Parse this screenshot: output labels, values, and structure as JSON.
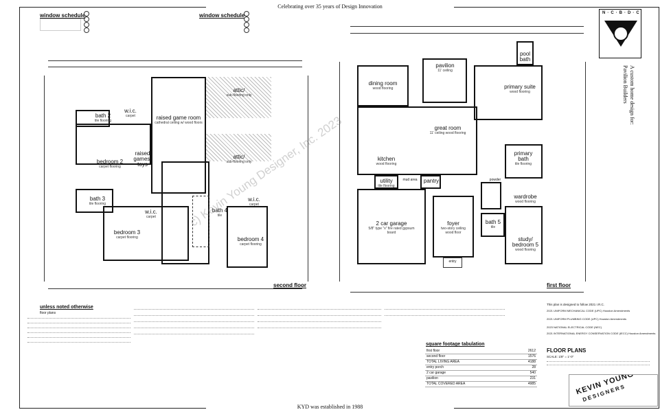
{
  "banners": {
    "top": "Celebrating over 35 years of Design Innovation",
    "bottom": "KYD was established in 1988"
  },
  "schedules": {
    "left_title": "window schedule",
    "right_title": "window schedule"
  },
  "second_floor": {
    "label": "second floor",
    "rooms": [
      {
        "name": "raised game room",
        "sub": "cathedral ceiling w/ wood floors"
      },
      {
        "name": "attic/",
        "sub": "sub-flooring only"
      },
      {
        "name": "attic/",
        "sub": "sub-flooring only"
      },
      {
        "name": "bath 2",
        "sub": "tile flooring"
      },
      {
        "name": "w.i.c.",
        "sub": "carpet"
      },
      {
        "name": "bedroom 2",
        "sub": "carpet flooring"
      },
      {
        "name": "raised games/ toys",
        "sub": ""
      },
      {
        "name": "bath 3",
        "sub": "tile flooring"
      },
      {
        "name": "bedroom 3",
        "sub": "carpet flooring"
      },
      {
        "name": "w.i.c.",
        "sub": "carpet"
      },
      {
        "name": "bath 4",
        "sub": "tile"
      },
      {
        "name": "w.i.c.",
        "sub": "carpet"
      },
      {
        "name": "bedroom 4",
        "sub": "carpet flooring"
      }
    ]
  },
  "first_floor": {
    "label": "first floor",
    "rooms": [
      {
        "name": "pavilion",
        "sub": "11' ceiling"
      },
      {
        "name": "pool bath",
        "sub": ""
      },
      {
        "name": "dining room",
        "sub": "wood flooring"
      },
      {
        "name": "primary suite",
        "sub": "wood flooring"
      },
      {
        "name": "great room",
        "sub": "11' ceiling wood flooring"
      },
      {
        "name": "kitchen",
        "sub": "wood flooring"
      },
      {
        "name": "primary bath",
        "sub": "tile flooring"
      },
      {
        "name": "utility",
        "sub": "tile flooring"
      },
      {
        "name": "mud area",
        "sub": ""
      },
      {
        "name": "pantry",
        "sub": ""
      },
      {
        "name": "powder",
        "sub": ""
      },
      {
        "name": "wardrobe",
        "sub": "wood flooring"
      },
      {
        "name": "2 car garage",
        "sub": "5/8\" type \"x\" fire rated gypsum board"
      },
      {
        "name": "foyer",
        "sub": "two-story ceiling wood floor"
      },
      {
        "name": "bath 5",
        "sub": "tile"
      },
      {
        "name": "study/ bedroom 5",
        "sub": "wood flooring"
      },
      {
        "name": "entry",
        "sub": ""
      }
    ]
  },
  "notes": {
    "title": "unless noted otherwise",
    "sub": "floor plans"
  },
  "code_notes": {
    "intro": "This plan is designed to follow 2021 I.R.C.",
    "lines": [
      "2021 UNIFORM MECHANICAL CODE (UPC) Houston Amendments",
      "2021 UNIFORM PLUMBING CODE (UPC) Houston Amendments",
      "2023 NATIONAL ELECTRICAL CODE (NEC)",
      "2021 INTERNATIONAL ENERGY CONSERVATION CODE (IECC) Houston Amendments"
    ]
  },
  "square_footage": {
    "title": "square footage tabulation",
    "rows": [
      {
        "label": "first floor",
        "value": "2612"
      },
      {
        "label": "second floor",
        "value": "1576"
      },
      {
        "label": "TOTAL LIVING AREA",
        "value": "4188"
      },
      {
        "label": "entry porch",
        "value": "28"
      },
      {
        "label": "2 car garage",
        "value": "540"
      },
      {
        "label": "pavilion",
        "value": "231"
      },
      {
        "label": "TOTAL COVERED AREA",
        "value": "4985"
      }
    ]
  },
  "title_block": {
    "section": "FLOOR PLANS",
    "scale": "SCALE: 1/8\" = 1'-0\"",
    "design_for": "A custom home design for:",
    "client": "Pavilion Builders",
    "logo_letters": "N·C·B·D·C",
    "brand_name": "KEVIN YOUNG",
    "brand_sub": "DESIGNERS"
  },
  "watermark": "c) Kevin Young Designer, Inc. 2023"
}
